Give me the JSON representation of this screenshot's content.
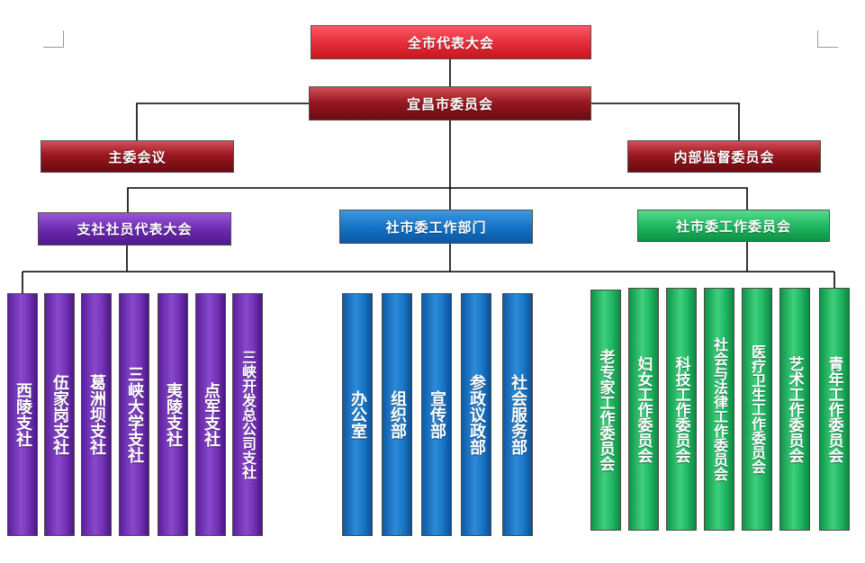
{
  "top": {
    "label": "全市代表大会"
  },
  "committee": {
    "label": "宜昌市委员会"
  },
  "level2": {
    "left": "主委会议",
    "right": "内部监督委员会"
  },
  "level3": {
    "left": "支社社员代表大会",
    "center": "社市委工作部门",
    "right": "社市委工作委员会"
  },
  "branches": [
    "西陵支社",
    "伍家岗支社",
    "葛洲坝支社",
    "三峡大学支社",
    "夷陵支社",
    "点军支社",
    "三峡开发总公司支社"
  ],
  "departments": [
    "办公室",
    "组织部",
    "宣传部",
    "参政议政部",
    "社会服务部"
  ],
  "working_committees": [
    "老专家工作委员会",
    "妇女工作委员会",
    "科技工作委员会",
    "社会与法律工作委员会",
    "医疗卫生工作委员会",
    "艺术工作委员会",
    "青年工作委员会"
  ],
  "colors": {
    "top": "#e8323e",
    "dark_red": "#8a121a",
    "purple": "#6a28ad",
    "blue": "#1271c4",
    "green": "#1db35e",
    "connector": "#000000"
  }
}
